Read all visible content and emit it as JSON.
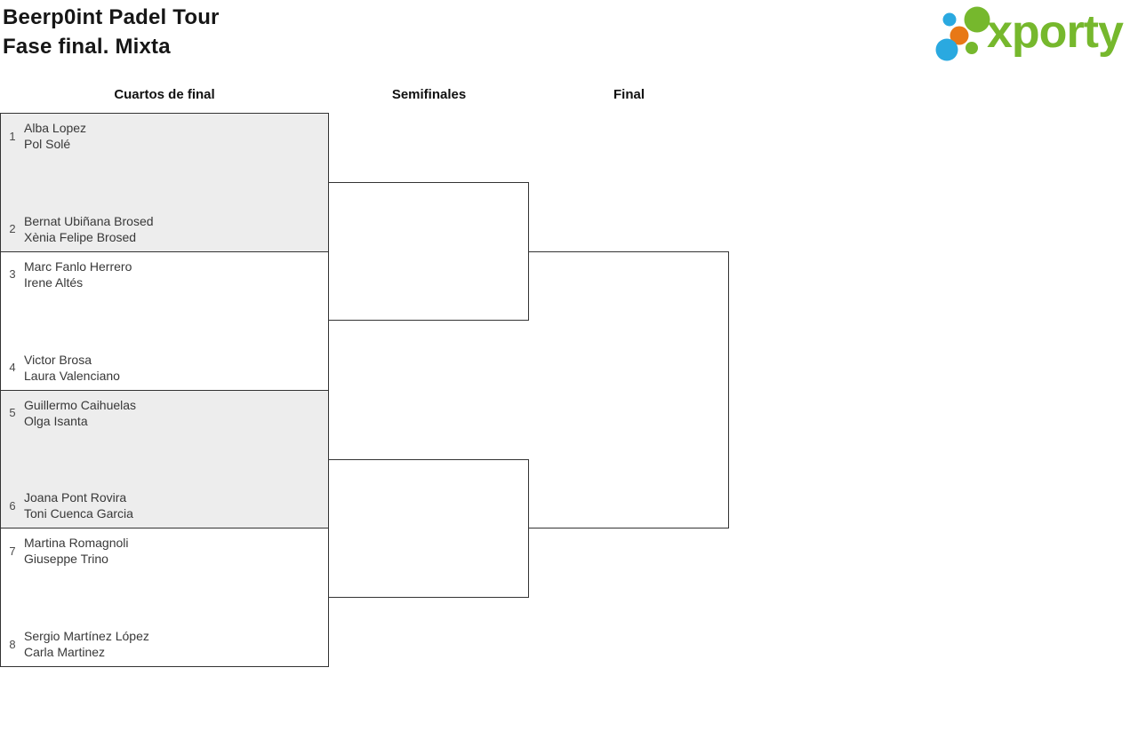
{
  "page": {
    "title_line1": "Beerp0int Padel Tour",
    "title_line2": "Fase final. Mixta"
  },
  "logo": {
    "text": "xporty",
    "green": "#76b82d",
    "blue": "#2aa9e0",
    "orange": "#e87816"
  },
  "rounds": {
    "quarterfinals_label": "Cuartos de final",
    "semifinals_label": "Semifinales",
    "final_label": "Final"
  },
  "quarterfinals": [
    {
      "teams": [
        {
          "seed": "1",
          "player1": "Alba Lopez",
          "player2": "Pol Solé"
        },
        {
          "seed": "2",
          "player1": "Bernat Ubiñana Brosed",
          "player2": "Xènia Felipe Brosed"
        }
      ]
    },
    {
      "teams": [
        {
          "seed": "3",
          "player1": "Marc Fanlo Herrero",
          "player2": "Irene Altés"
        },
        {
          "seed": "4",
          "player1": "Victor Brosa",
          "player2": "Laura Valenciano"
        }
      ]
    },
    {
      "teams": [
        {
          "seed": "5",
          "player1": "Guillermo Caihuelas",
          "player2": "Olga Isanta"
        },
        {
          "seed": "6",
          "player1": "Joana Pont Rovira",
          "player2": "Toni Cuenca Garcia"
        }
      ]
    },
    {
      "teams": [
        {
          "seed": "7",
          "player1": "Martina Romagnoli",
          "player2": "Giuseppe Trino"
        },
        {
          "seed": "8",
          "player1": "Sergio Martínez López",
          "player2": "Carla Martinez"
        }
      ]
    }
  ],
  "colors": {
    "alt_match_bg": "#ededed",
    "bracket_line": "#333333",
    "text": "#383838"
  }
}
